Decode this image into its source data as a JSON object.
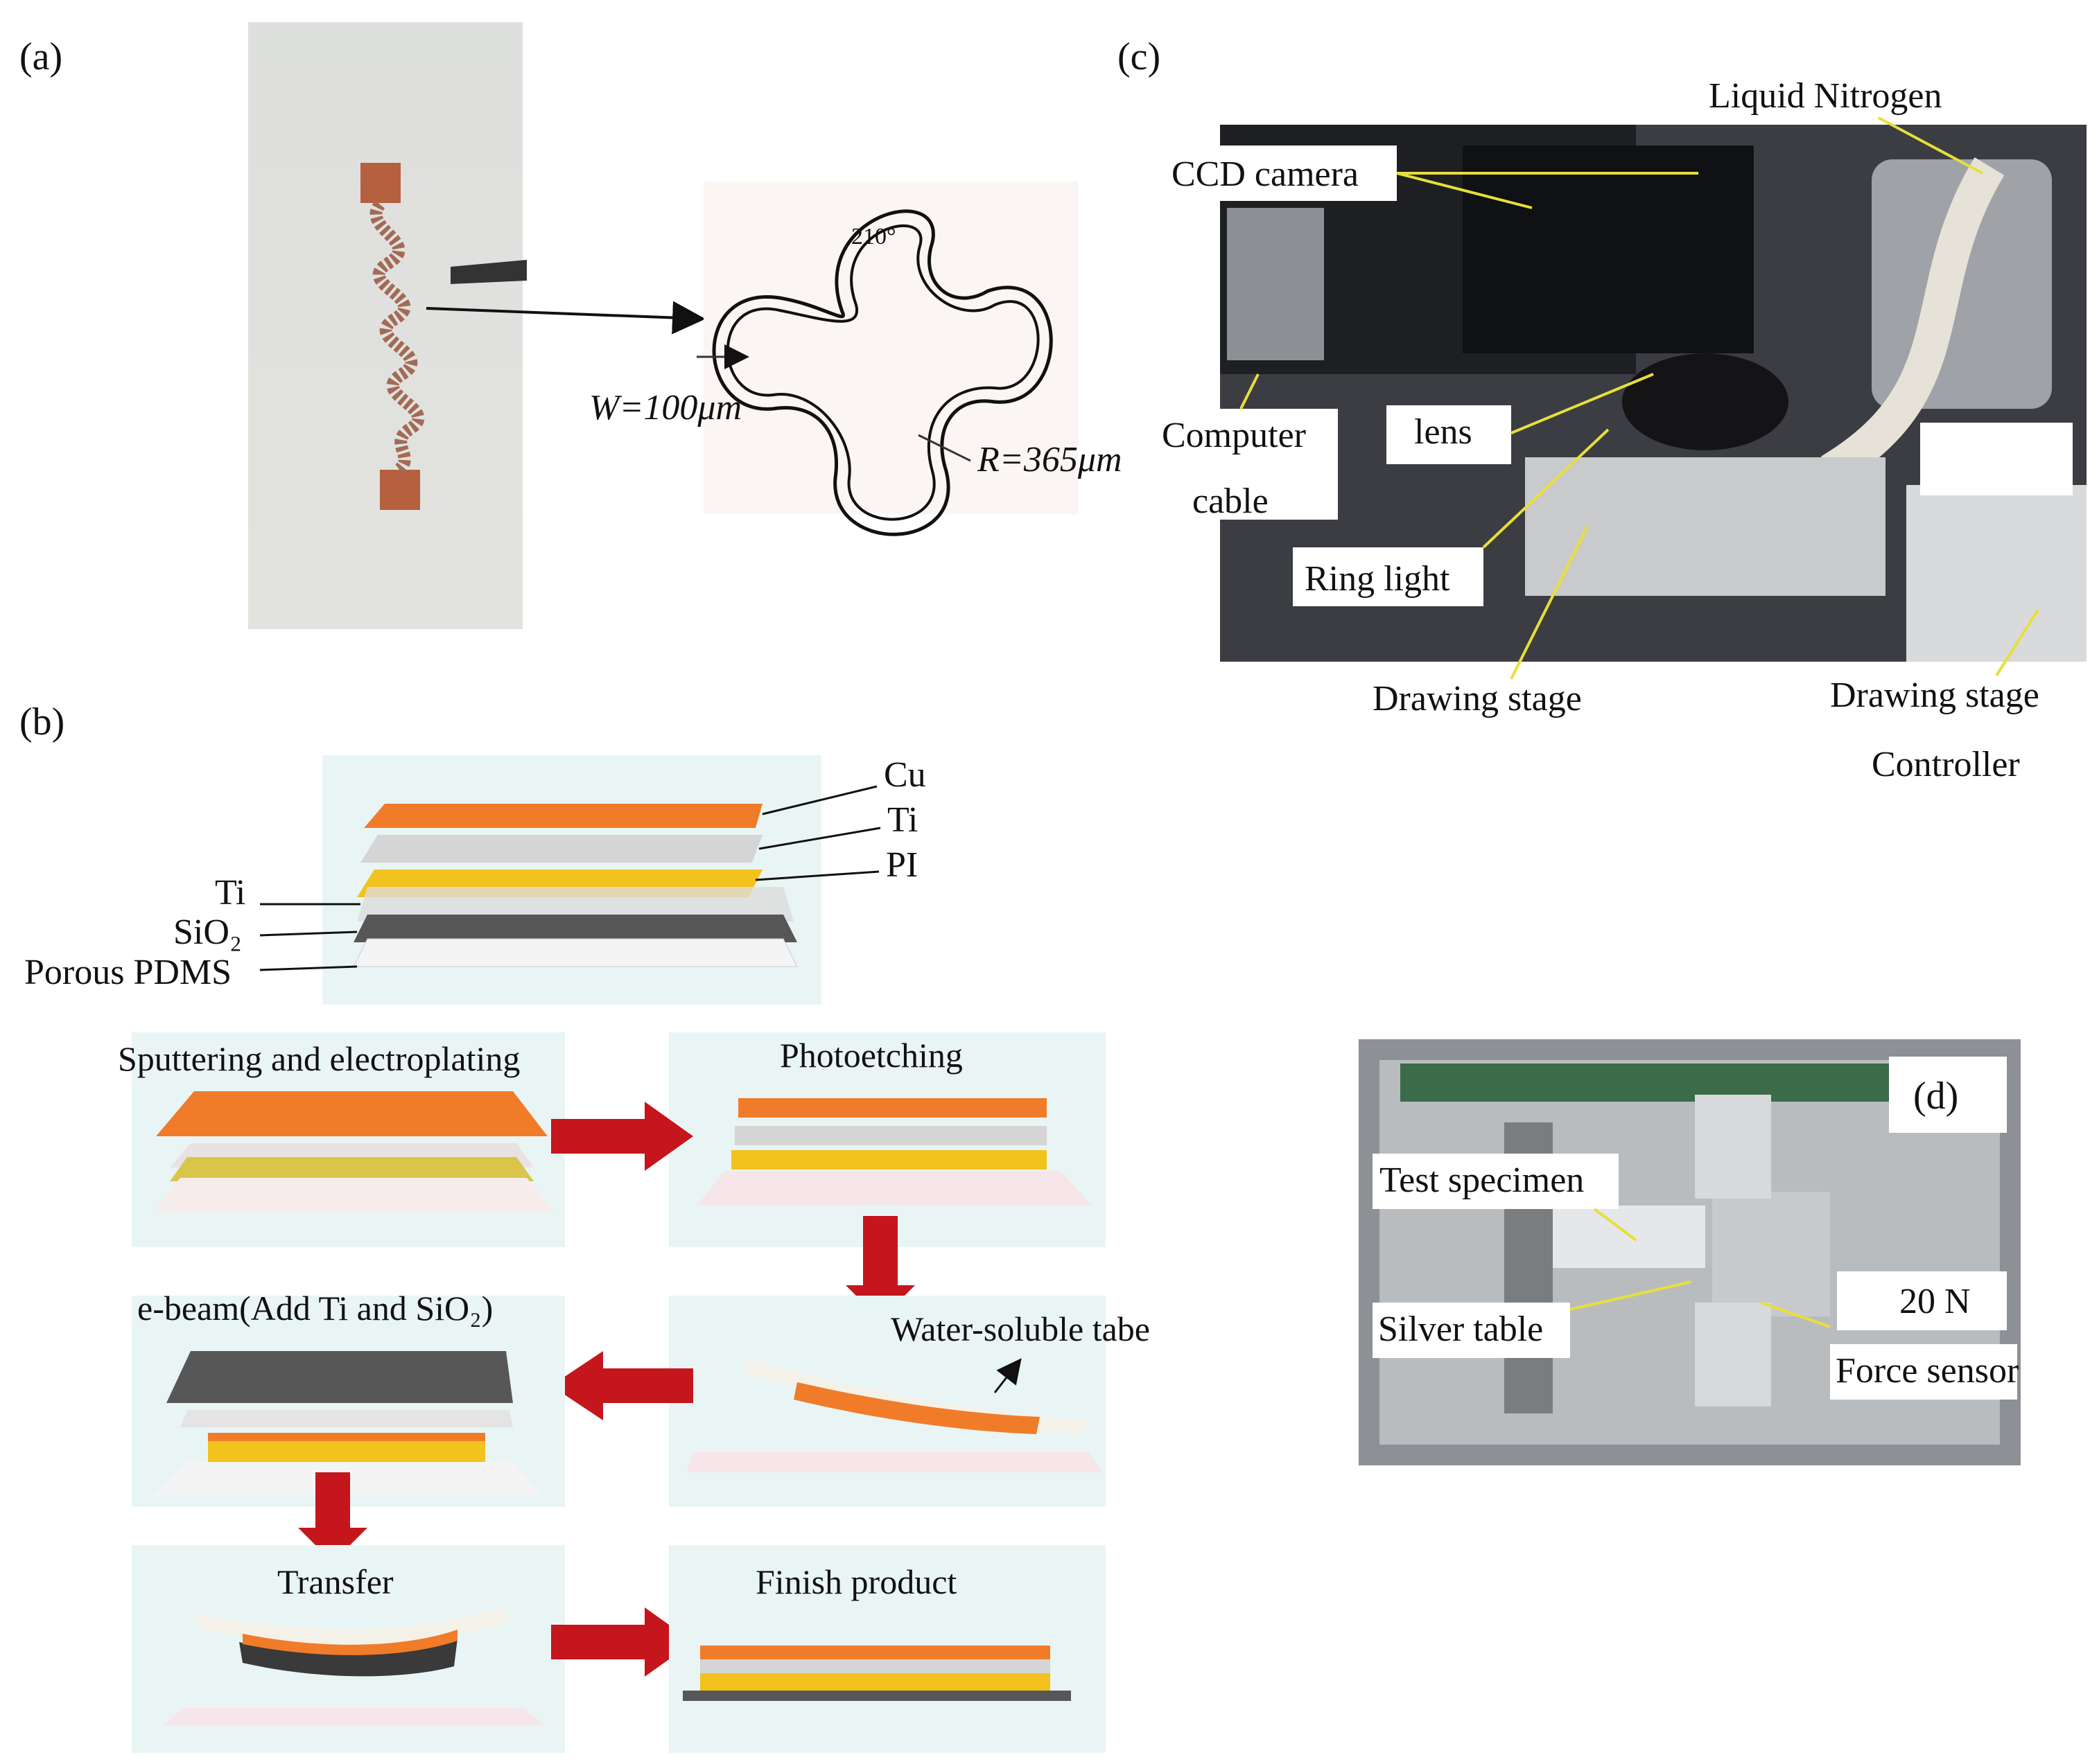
{
  "panels": {
    "a": {
      "label": "(a)",
      "width_label": "W=100μm",
      "radius_label": "R=365μm",
      "angle_label": "210°"
    },
    "b": {
      "label": "(b)",
      "layers": {
        "cu": "Cu",
        "ti_top": "Ti",
        "pi": "PI",
        "ti_left": "Ti",
        "sio2": "SiO₂",
        "pdms": "Porous PDMS"
      },
      "steps": {
        "sputter": "Sputtering and electroplating",
        "photo": "Photoetching",
        "tape": "Water-soluble tabe",
        "ebeam": "e-beam(Add Ti and SiO₂)",
        "transfer": "Transfer",
        "finish": "Finish product"
      }
    },
    "c": {
      "label": "(c)",
      "callouts": {
        "nitrogen": "Liquid Nitrogen",
        "ccd": "CCD camera",
        "computer": "Computer",
        "cable": "cable",
        "lens": "lens",
        "ring": "Ring light",
        "stage": "Drawing stage",
        "stage_ctrl": "Drawing stage",
        "controller": "Controller"
      }
    },
    "d": {
      "label": "(d)",
      "callouts": {
        "specimen": "Test specimen",
        "silver": "Silver table",
        "load": "20 N",
        "force": "Force sensor"
      }
    }
  },
  "colors": {
    "copper": "#f07c2a",
    "titanium": "#d5d5d5",
    "polyimide": "#f2c21d",
    "sio2": "#575757",
    "arrow": "#c4161c",
    "callout": "#e7df3a",
    "panel_bg": "#e9f5f4"
  }
}
